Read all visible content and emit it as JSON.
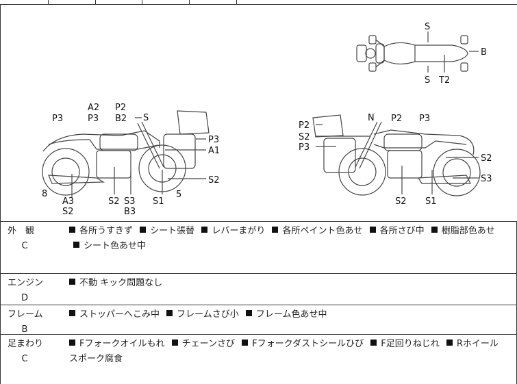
{
  "diagram": {
    "top_view_labels": [
      "S",
      "B",
      "S",
      "T2"
    ],
    "left_side_labels": [
      "A2",
      "P3",
      "P2",
      "B2",
      "S",
      "P3",
      "P3",
      "A1",
      "S2",
      "8",
      "A3",
      "S2",
      "S2",
      "S3",
      "B3",
      "S1",
      "5"
    ],
    "right_side_labels": [
      "N",
      "P2",
      "P3",
      "P2",
      "S2",
      "P3",
      "S2",
      "S3",
      "S2",
      "S1"
    ]
  },
  "rows": [
    {
      "title": "外　観",
      "grade": "C",
      "items": [
        "各所うすきず",
        "シート張替",
        "レバーまがり",
        "各所ペイント色あせ",
        "各所さび中",
        "樹脂部色あせ",
        "シート色あせ中"
      ]
    },
    {
      "title": "エンジン",
      "grade": "D",
      "items": [
        "不動 キック問題なし"
      ]
    },
    {
      "title": "フレーム",
      "grade": "B",
      "items": [
        "ストッパーへこみ中",
        "フレームさび小",
        "フレーム色あせ中"
      ]
    },
    {
      "title": "足まわり",
      "grade": "C",
      "items": [
        "Fフォークオイルもれ",
        "チェーンさび",
        "Fフォークダストシールひび",
        "F足回りねじれ",
        "Rホイールスポーク腐食"
      ]
    }
  ]
}
